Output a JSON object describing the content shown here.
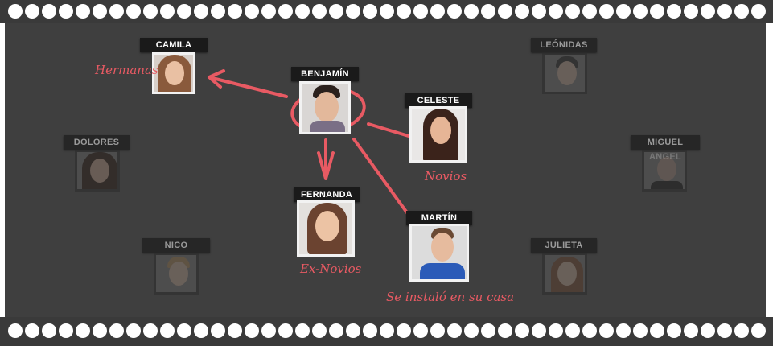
{
  "colors": {
    "background": "#3f3f3f",
    "accent": "#e85a63",
    "label_bg": "#1a1a1a",
    "paper": "#ffffff"
  },
  "center": {
    "name": "BENJAMÍN"
  },
  "characters": {
    "camila": {
      "name": "CAMILA",
      "relation": "Hermanas"
    },
    "celeste": {
      "name": "CELESTE",
      "relation": "Novios"
    },
    "fernanda": {
      "name": "FERNANDA",
      "relation": "Ex-Novios"
    },
    "martin": {
      "name": "MARTÍN",
      "relation": "Se instaló en su casa"
    },
    "leonidas": {
      "name": "LEÓNIDAS"
    },
    "miguel_angel": {
      "name": "MIGUEL ANGEL"
    },
    "julieta": {
      "name": "JULIETA"
    },
    "dolores": {
      "name": "DOLORES"
    },
    "nico": {
      "name": "NICO"
    }
  }
}
